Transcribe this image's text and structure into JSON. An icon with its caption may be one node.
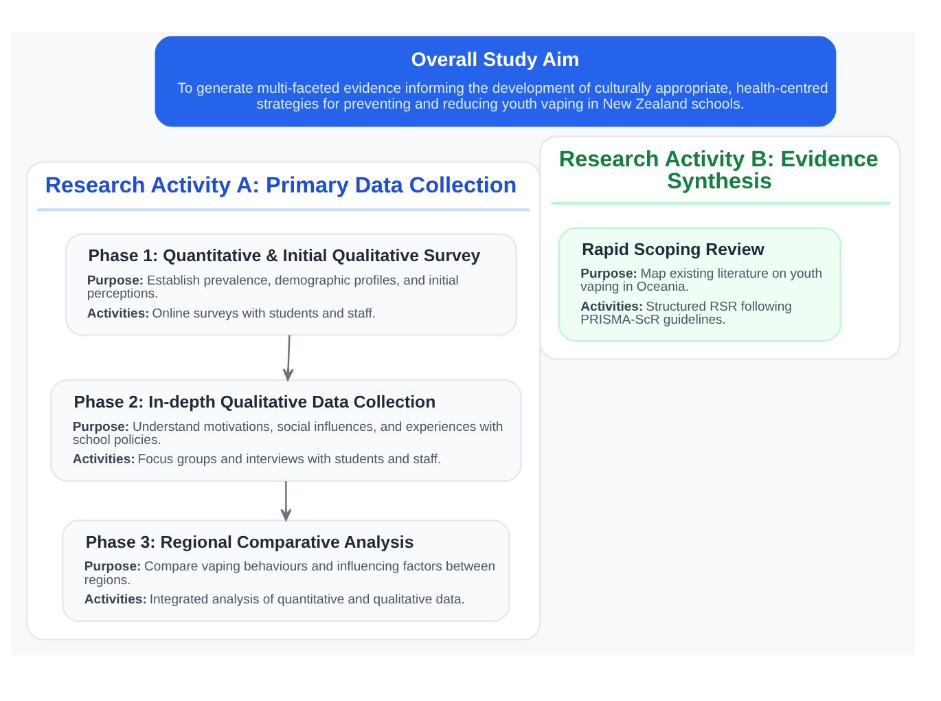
{
  "diagram": {
    "nodes": [
      {
        "text": [
          "Overall Study Aim",
          "To generate multi-faceted evidence informing the development of culturally appropriate, health-centred strategies for preventing and reducing youth vaping in New Zealand schools."
        ]
      },
      {
        "text": [
          "Research Activity A: Primary Data Collection"
        ]
      },
      {
        "text": [
          "Phase 1: Quantitative & Initial Qualitative Survey",
          "**Purpose:** Establish prevalence, demographic profiles, and initial perceptions.",
          "**Activities:** Online surveys with students and staff."
        ],
        "in": 1
      },
      {
        "text": [
          "Phase 2: In-depth Qualitative Data Collection",
          "**Purpose:** Understand motivations, social influences, and experiences with school policies.",
          "**Activities:** Focus groups and interviews with students and staff."
        ],
        "in": 1
      },
      {
        "text": [
          "Phase 3: Regional Comparative Analysis",
          "**Purpose:** Compare vaping behaviours and influencing factors between regions.",
          "**Activities:** Integrated analysis of quantitative and qualitative data."
        ],
        "in": 1
      },
      {
        "text": [
          "Research Activity B: Evidence Synthesis"
        ]
      },
      {
        "text": [
          "Rapid Scoping Review",
          "**Purpose:** Map existing literature on youth vaping in Oceania.",
          "**Activities:** Structured RSR following PRISMA-ScR guidelines."
        ],
        "in": 5
      }
    ],
    "edges": [
      {
        "from": 2,
        "to": 3,
        "arrow": "to"
      },
      {
        "from": 3,
        "to": 4,
        "arrow": "to"
      }
    ]
  }
}
